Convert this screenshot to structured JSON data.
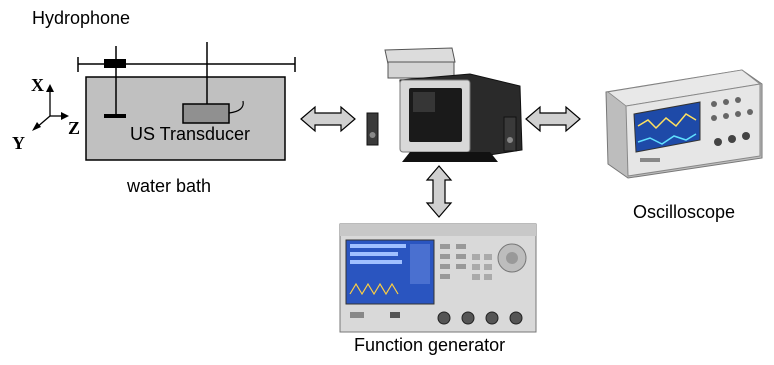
{
  "labels": {
    "hydrophone": "Hydrophone",
    "us_transducer": "US Transducer",
    "water_bath": "water bath",
    "oscilloscope": "Oscilloscope",
    "function_generator": "Function generator"
  },
  "axes": {
    "x": "X",
    "y": "Y",
    "z": "Z"
  },
  "colors": {
    "water": "#c0c0c0",
    "arrow_fill": "#d0d0d0",
    "outline": "#000000",
    "scope_body": "#e6e6e6",
    "scope_screen": "#1e4aa8",
    "fg_body": "#d9d9d9",
    "fg_screen": "#2a55c0"
  }
}
